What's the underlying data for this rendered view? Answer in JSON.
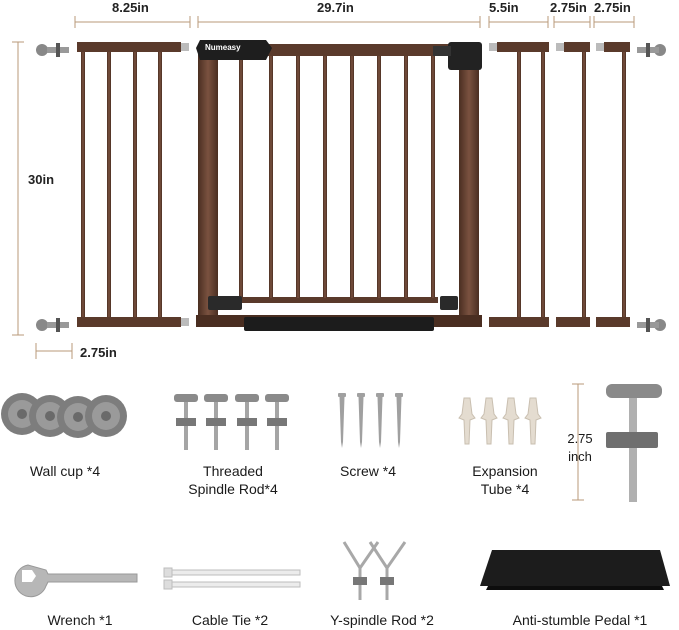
{
  "brand": "Numeasy",
  "dimensions": {
    "extension_left": "8.25in",
    "gate_width": "29.7in",
    "ext_55": "5.5in",
    "ext_275_a": "2.75in",
    "ext_275_b": "2.75in",
    "height": "30in",
    "wall_spacing": "2.75in",
    "rod_length_line1": "2.75",
    "rod_length_line2": "inch"
  },
  "accessories": [
    {
      "id": "wall-cup",
      "lines": [
        "Wall cup *4"
      ]
    },
    {
      "id": "threaded-rod",
      "lines": [
        "Threaded",
        "Spindle Rod*4"
      ]
    },
    {
      "id": "screw",
      "lines": [
        "Screw *4"
      ]
    },
    {
      "id": "expansion-tube",
      "lines": [
        "Expansion",
        "Tube *4"
      ]
    },
    {
      "id": "wrench",
      "lines": [
        "Wrench *1"
      ]
    },
    {
      "id": "cable-tie",
      "lines": [
        "Cable Tie *2"
      ]
    },
    {
      "id": "y-rod",
      "lines": [
        "Y-spindle Rod *2"
      ]
    },
    {
      "id": "pedal",
      "lines": [
        "Anti-stumble Pedal *1"
      ]
    }
  ],
  "colors": {
    "frame": "#5a3a2b",
    "frame_dark": "#3e261b",
    "hardware": "#8c8c8c",
    "dim_line": "#b89a7a",
    "pedal": "#1c1c1c"
  }
}
